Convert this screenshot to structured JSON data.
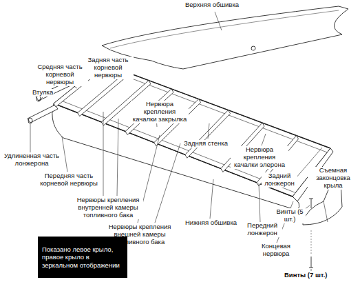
{
  "diagram": {
    "nodes": [
      {
        "text": [
          "Показано левое крыло, правое крыло в зеркальном отображении"
        ]
      }
    ],
    "edges": [],
    "labels": [
      "Верхняя обшивка",
      "Средняя часть корневой нервюры",
      "Задняя часть корневой нервюры",
      "Втулка",
      "Нервюра крепления качалки закрылка",
      "Задняя стенка",
      "Нервюра крепления качалки элерона",
      "Удлиненная часть лонжерона",
      "Передняя часть корневой нервюры",
      "Задний лонжерон",
      "Съемная законцовка крыла",
      "Винты (5 шт.)",
      "Нервюры крепления внутренней камеры топливного бака",
      "Нервюры крепления внешней камеры топливного бака",
      "Нижняя обшивка",
      "Передний лонжерон",
      "Концевая нервюра",
      "Винты (7 шт.)"
    ]
  }
}
